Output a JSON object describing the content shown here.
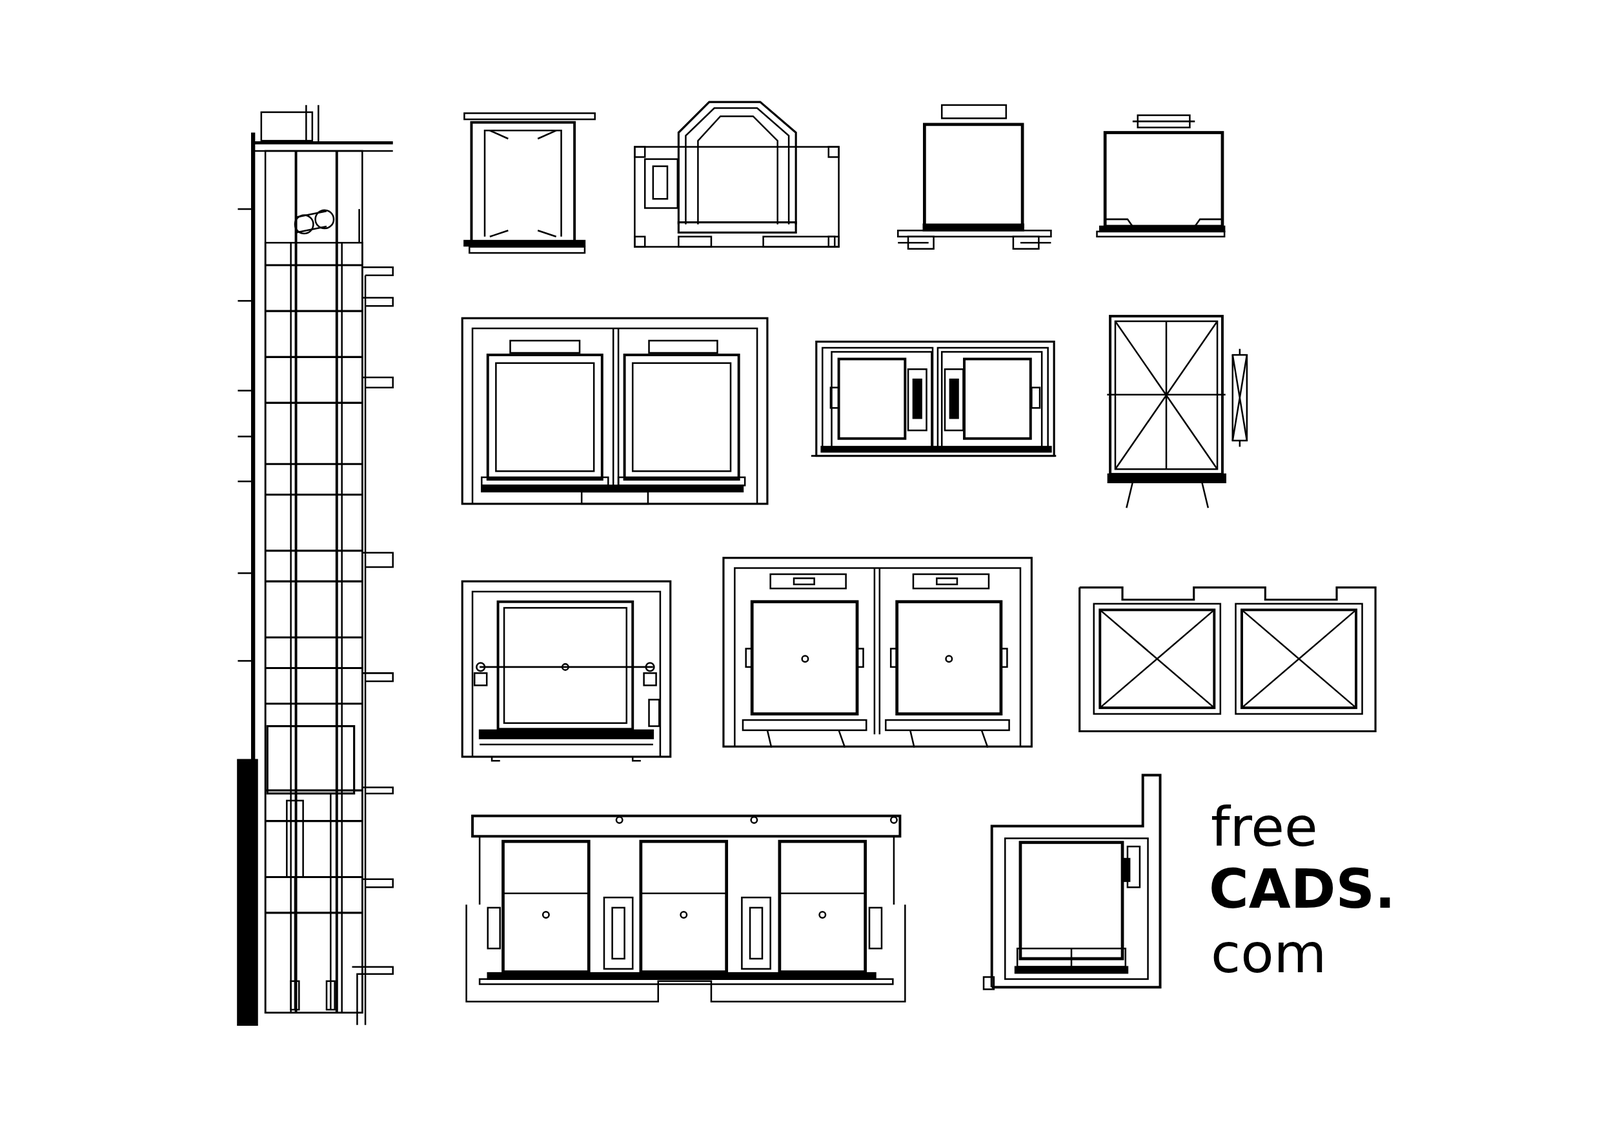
{
  "diagram": {
    "labels": [
      "free",
      "CADS.",
      "com"
    ]
  }
}
